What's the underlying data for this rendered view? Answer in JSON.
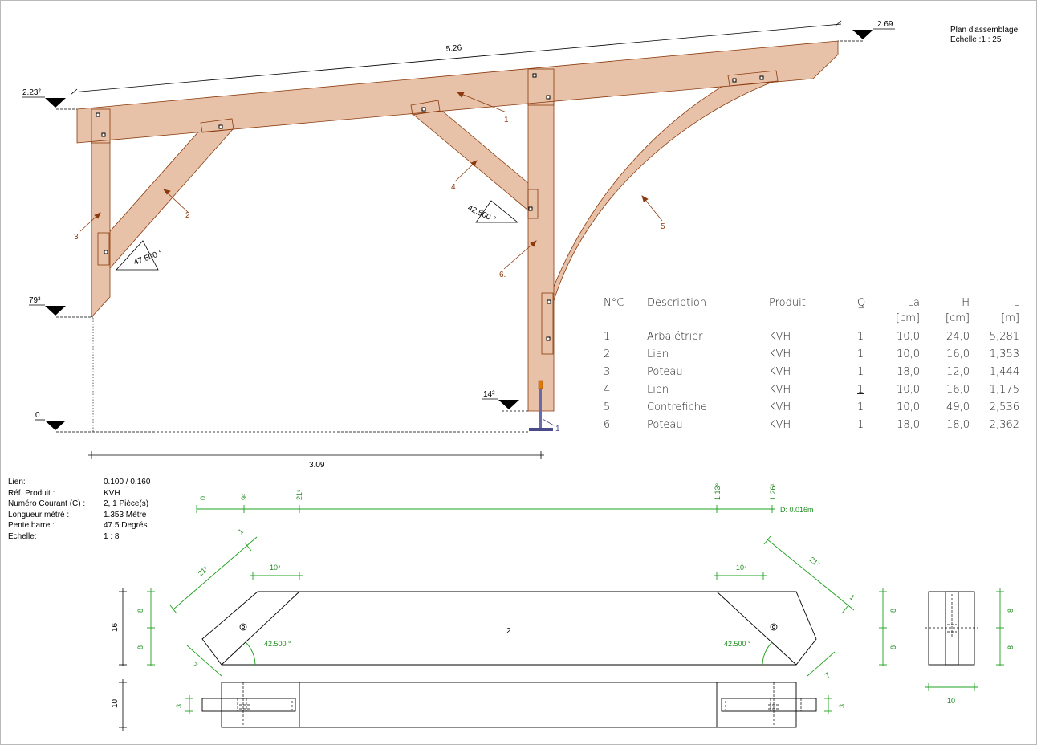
{
  "title_block": {
    "line1": "Plan d'assemblage",
    "line2": "Echelle :1 : 25"
  },
  "elevation": {
    "levels": {
      "ridge": "2.69",
      "eave_left": "2.23²",
      "mid": "79³",
      "zero": "0",
      "post": "14²"
    },
    "dims": {
      "rafter_length": "5.26",
      "span": "3.09"
    },
    "angles": {
      "left": "47.500 °",
      "right": "42.500 °"
    },
    "callouts": {
      "c1": "1",
      "c2": "2",
      "c3": "3",
      "c4": "4",
      "c5": "5",
      "c6": "6.",
      "anchor": "1"
    }
  },
  "bom": {
    "headers": {
      "nc": "N°C",
      "desc": "Description",
      "prod": "Produit",
      "qty": "Q̲",
      "la": "La",
      "la_unit": "[cm]",
      "h": "H",
      "h_unit": "[cm]",
      "l": "L",
      "l_unit": "[m]"
    },
    "rows": [
      {
        "nc": "1",
        "desc": "Arbalétrier",
        "prod": "KVH",
        "qty": "1",
        "la": "10,0",
        "h": "24,0",
        "l": "5,281"
      },
      {
        "nc": "2",
        "desc": "Lien",
        "prod": "KVH",
        "qty": "1",
        "la": "10,0",
        "h": "16,0",
        "l": "1,353"
      },
      {
        "nc": "3",
        "desc": "Poteau",
        "prod": "KVH",
        "qty": "1",
        "la": "18,0",
        "h": "12,0",
        "l": "1,444"
      },
      {
        "nc": "4",
        "desc": "Lien",
        "prod": "KVH",
        "qty": "1",
        "la": "10,0",
        "h": "16,0",
        "l": "1,175"
      },
      {
        "nc": "5",
        "desc": "Contrefiche",
        "prod": "KVH",
        "qty": "1",
        "la": "10,0",
        "h": "49,0",
        "l": "2,536"
      },
      {
        "nc": "6",
        "desc": "Poteau",
        "prod": "KVH",
        "qty": "1",
        "la": "18,0",
        "h": "18,0",
        "l": "2,362"
      }
    ]
  },
  "piece_info": {
    "rows": [
      {
        "k": "Lien:",
        "v": "0.100 / 0.160"
      },
      {
        "k": "Réf. Produit :",
        "v": "KVH"
      },
      {
        "k": "Numéro Courant (C) :",
        "v": "2,  1 Pièce(s)"
      },
      {
        "k": "Longueur métré :",
        "v": "1.353 Mètre"
      },
      {
        "k": "Pente barre :",
        "v": "47.5 Degrés"
      },
      {
        "k": "Echelle:",
        "v": "1 : 8"
      }
    ]
  },
  "detail": {
    "top_dims": {
      "d0": "0",
      "d1": "9²",
      "d2": "21⁵",
      "d3": "1.13⁸",
      "d4": "1.26¹",
      "d_label": "D: 0.016m"
    },
    "seg_left": "10⁴",
    "seg_right": "10⁴",
    "diag_left": "21⁷",
    "diag_right": "21⁷",
    "small_left": "1",
    "small_right": "1",
    "seven_left": "7",
    "seven_right": "7",
    "angle_left": "42.500 °",
    "angle_right": "42.500 °",
    "piece_no": "2",
    "height_total": "16",
    "half_a": "8",
    "half_b": "8",
    "plan_width": "10",
    "tenon": "3",
    "tenon_r": "3",
    "section_width": "10",
    "sec_a": "8",
    "sec_b": "8",
    "sec_la": "8",
    "sec_lb": "8"
  }
}
